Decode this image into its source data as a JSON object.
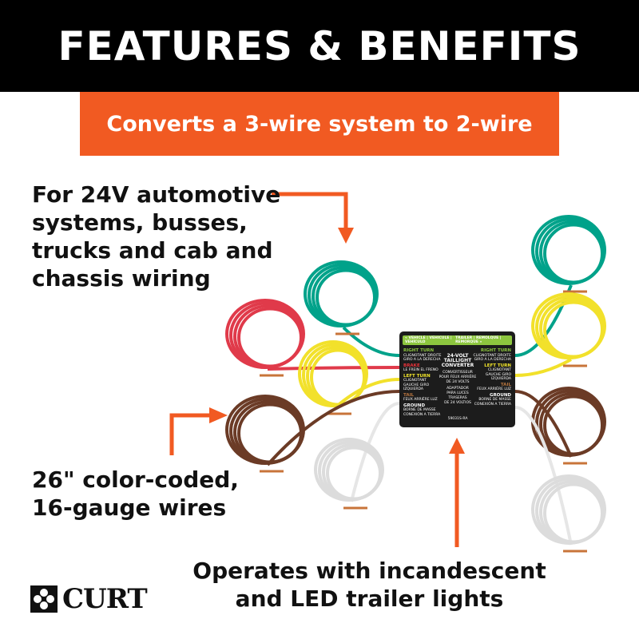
{
  "header": {
    "title": "FEATURES & BENEFITS"
  },
  "banner": {
    "text": "Converts a 3-wire system to 2-wire"
  },
  "callouts": {
    "top_left": [
      "For 24V automotive",
      "systems, busses,",
      "trucks and cab and",
      "chassis wiring"
    ],
    "bottom_left": [
      "26\" color-coded,",
      "16-gauge wires"
    ],
    "bottom": [
      "Operates with  incandescent",
      "and LED trailer lights"
    ]
  },
  "converter": {
    "bar_left": "« VEHICLE | VEHICULE | VEHÍCULO",
    "bar_right": "TRAILER | REMOLQUE | REMORQUE »",
    "title": [
      "24-VOLT",
      "TAILLIGHT",
      "CONVERTER"
    ],
    "fr": [
      "CONVERTISSEUR",
      "POUR FEUX ARRIÈRE",
      "DE 24 VOLTS"
    ],
    "es": [
      "ADAPTADOR",
      "PARA LUCES TRASERAS",
      "DE 24 VOLTIOS"
    ],
    "part": "59031S-RA",
    "left": [
      {
        "label": "RIGHT TURN",
        "sub": "CLIGNOTANT DROITE GIRO A LA DERECHA",
        "color": "#8dc63f"
      },
      {
        "label": "BRAKE",
        "sub": "LE FREIN EL FRENO",
        "color": "#e8333a"
      },
      {
        "label": "LEFT TURN",
        "sub": "CLIGNOTANT GAUCHE GIRO IZQUIERDA",
        "color": "#f2e52b"
      },
      {
        "label": "TAIL",
        "sub": "FEUX ARRIÈRE LUZ",
        "color": "#b4743f"
      },
      {
        "label": "GROUND",
        "sub": "BORNE DE MASSE CONEXIÓN A TIERRA",
        "color": "#ffffff"
      }
    ],
    "right": [
      {
        "label": "RIGHT TURN",
        "sub": "CLIGNOTANT DROITE GIRO A LA DERECHA",
        "color": "#8dc63f"
      },
      {
        "label": "LEFT TURN",
        "sub": "CLIGNOTANT GAUCHE GIRO IZQUIERDA",
        "color": "#f2e52b"
      },
      {
        "label": "TAIL",
        "sub": "FEUX ARRIÈRE LUZ",
        "color": "#b4743f"
      },
      {
        "label": "GROUND",
        "sub": "BORNE DE MASSE CONEXIÓN A TIERRA",
        "color": "#ffffff"
      }
    ]
  },
  "brand": {
    "logo": "CURT"
  },
  "colors": {
    "accent": "#f15a22",
    "green": "#00a28a",
    "red": "#e03a4a",
    "yellow": "#f2e12b",
    "brown": "#6b3b26",
    "white": "#e6e6e6"
  }
}
